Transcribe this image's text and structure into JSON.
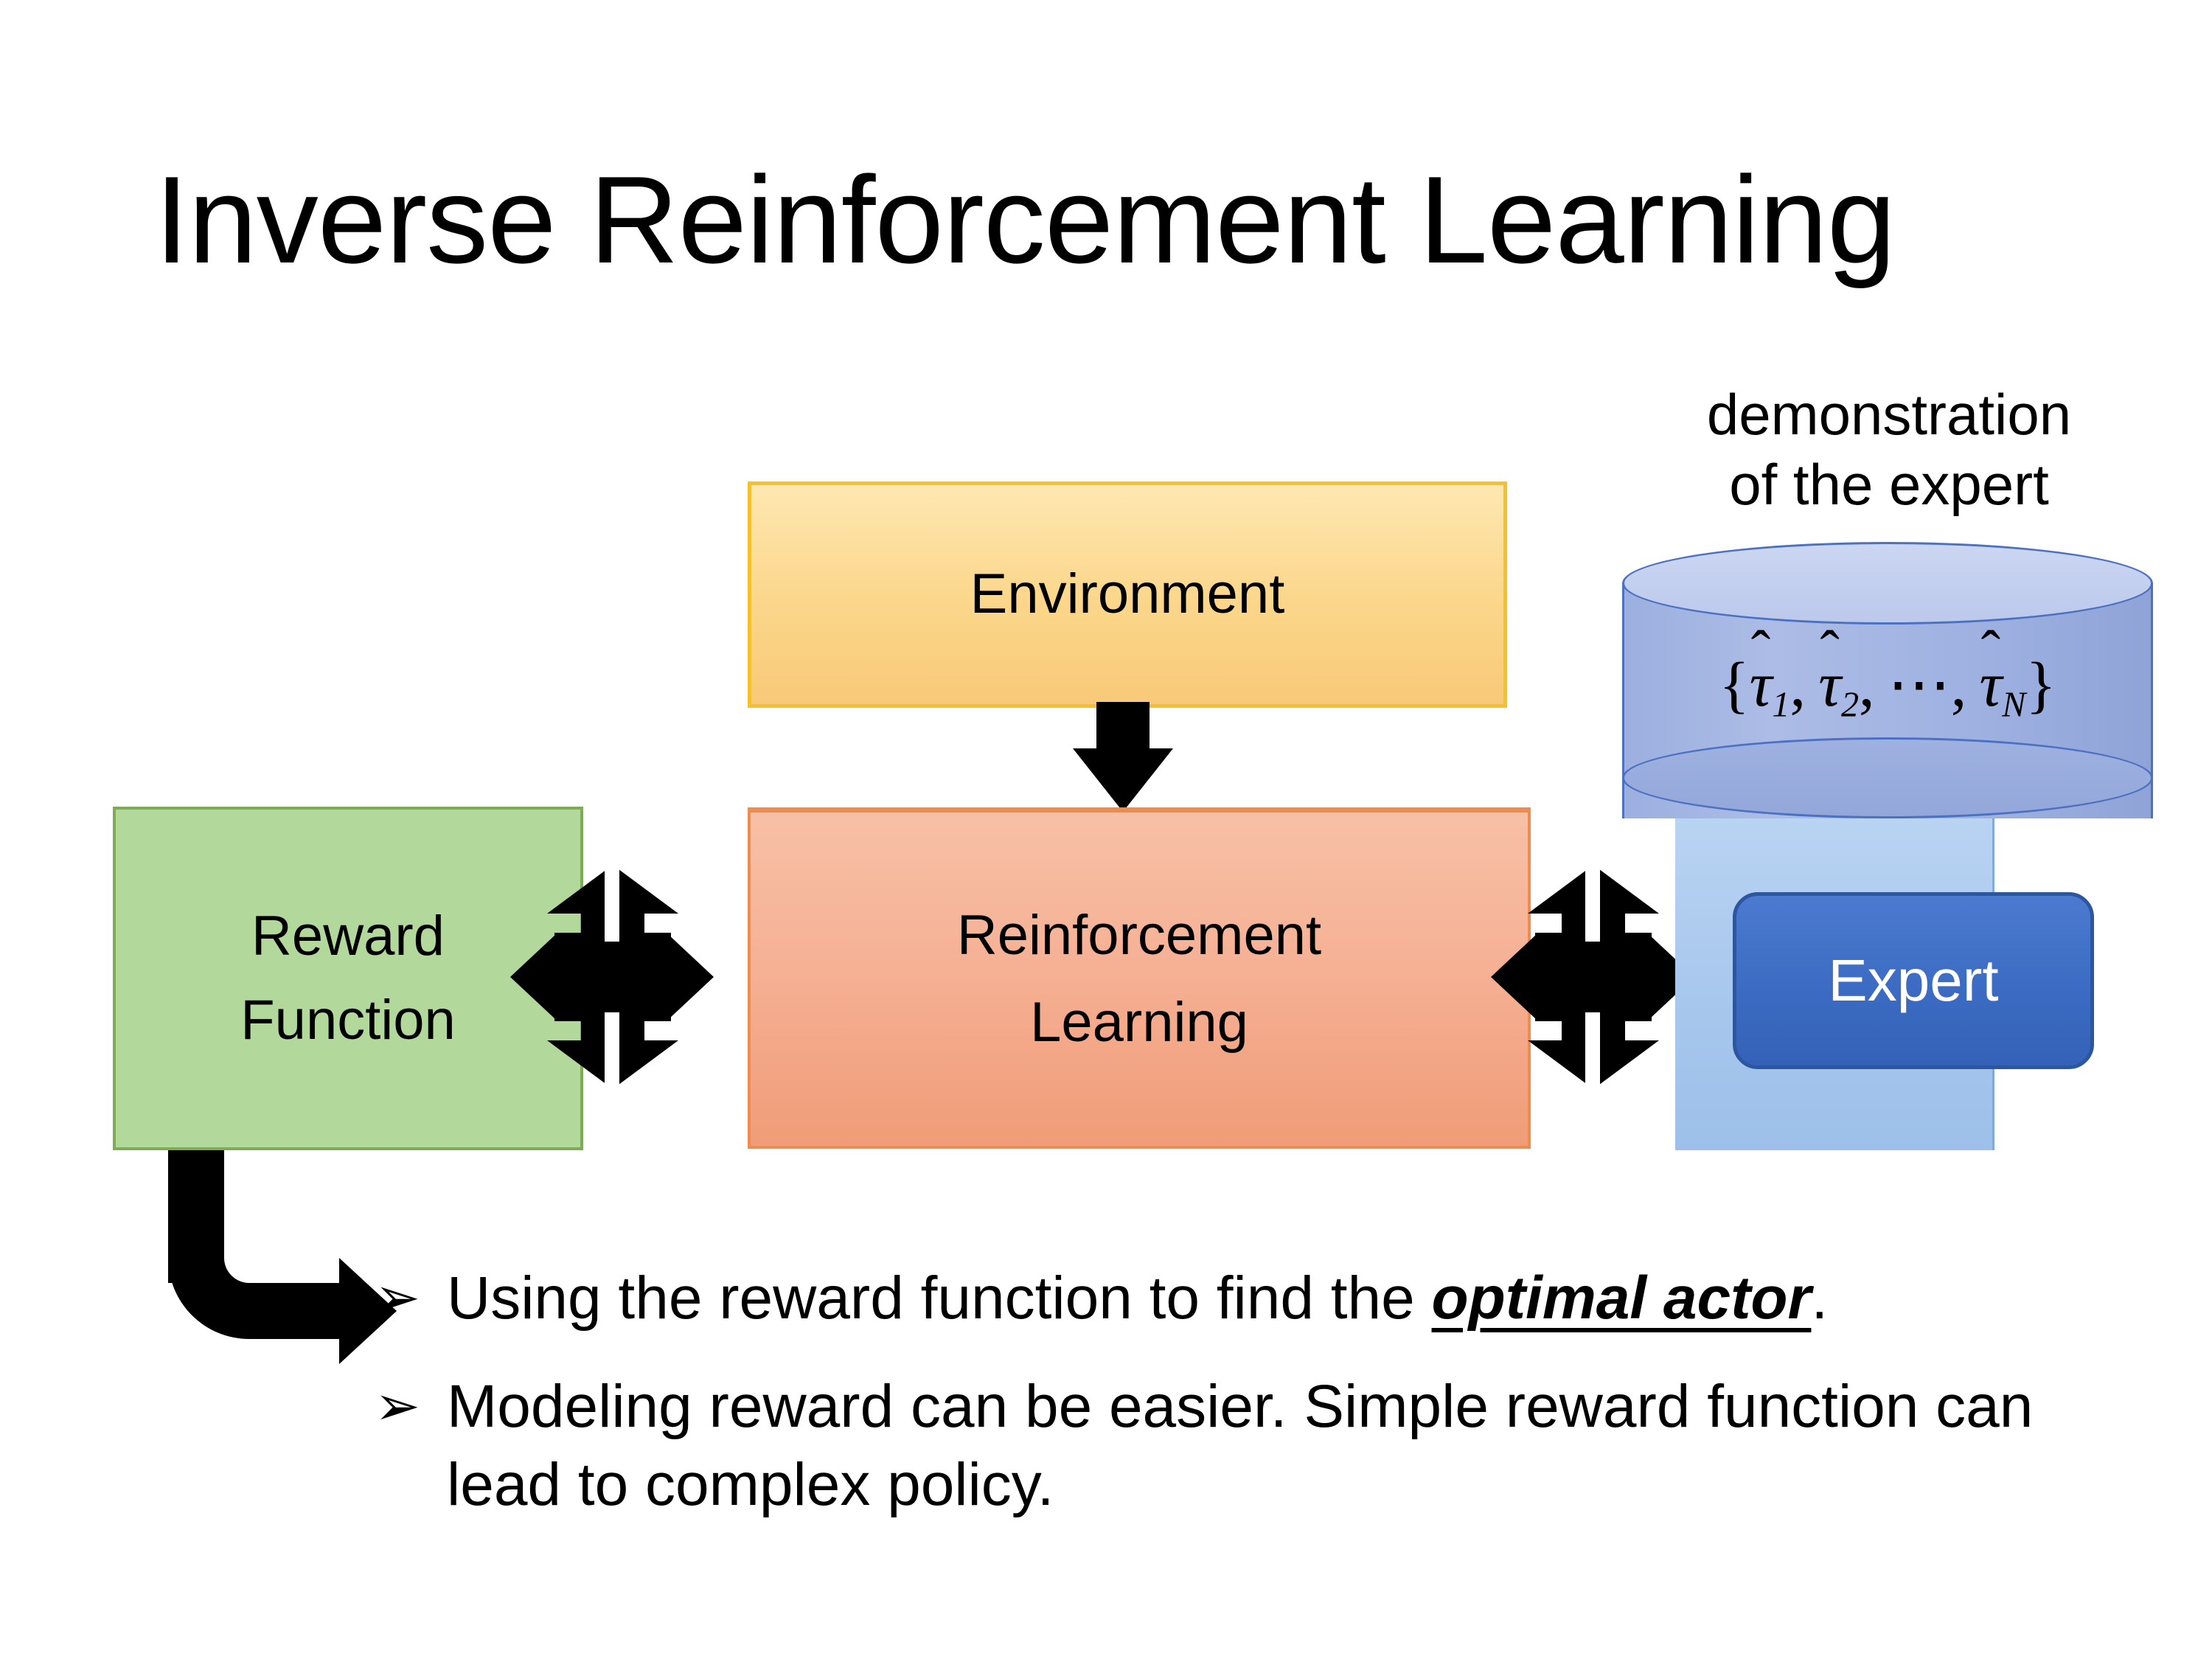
{
  "slide": {
    "title": "Inverse Reinforcement Learning"
  },
  "diagram": {
    "environment_box": {
      "label": "Environment",
      "fill": "#FBD68A",
      "border": "#F2C12B"
    },
    "rl_box": {
      "label_line1": "Reinforcement",
      "label_line2": "Learning",
      "fill": "#F6B195",
      "border": "#EE8B4F"
    },
    "reward_box": {
      "label_line1": "Reward",
      "label_line2": "Function",
      "fill": "#B2D89C",
      "border": "#7EAB55"
    },
    "demonstration": {
      "caption_line1": "demonstration",
      "caption_line2": "of the expert",
      "formula": {
        "open_brace": "{",
        "items": [
          "τ̂1",
          "τ̂2",
          "⋯",
          "τ̂N"
        ],
        "subscripts": [
          "1",
          "2",
          "",
          "N"
        ],
        "symbol": "τ",
        "hat": "̂",
        "ellipsis": "⋯",
        "separator": ",",
        "close_brace": "}"
      },
      "cylinder_fill": "#9DB0E0",
      "cylinder_top_fill": "#C4D0F0",
      "cylinder_border": "#4C71C2"
    },
    "expert_panel": {
      "fill": "#A6C6EC"
    },
    "expert_button": {
      "label": "Expert",
      "fill": "#3C6BC3",
      "border": "#2C569F",
      "text_color": "#FFFFFF"
    },
    "arrows": {
      "env_to_rl": "arrow-down-icon",
      "reward_rl_link": "bidirectional-arrow-icon",
      "rl_expert_link": "bidirectional-arrow-icon",
      "reward_to_bullets": "elbow-arrow-icon"
    }
  },
  "bullets": {
    "marker": "➢",
    "items": [
      {
        "segments": [
          {
            "text": "Using the reward function to find the ",
            "style": "normal"
          },
          {
            "text": "optimal actor",
            "style": "bold-italic-underline"
          },
          {
            "text": ".",
            "style": "normal"
          }
        ]
      },
      {
        "segments": [
          {
            "text": "Modeling reward can be easier. Simple reward function can lead to complex policy.",
            "style": "normal"
          }
        ]
      }
    ]
  }
}
